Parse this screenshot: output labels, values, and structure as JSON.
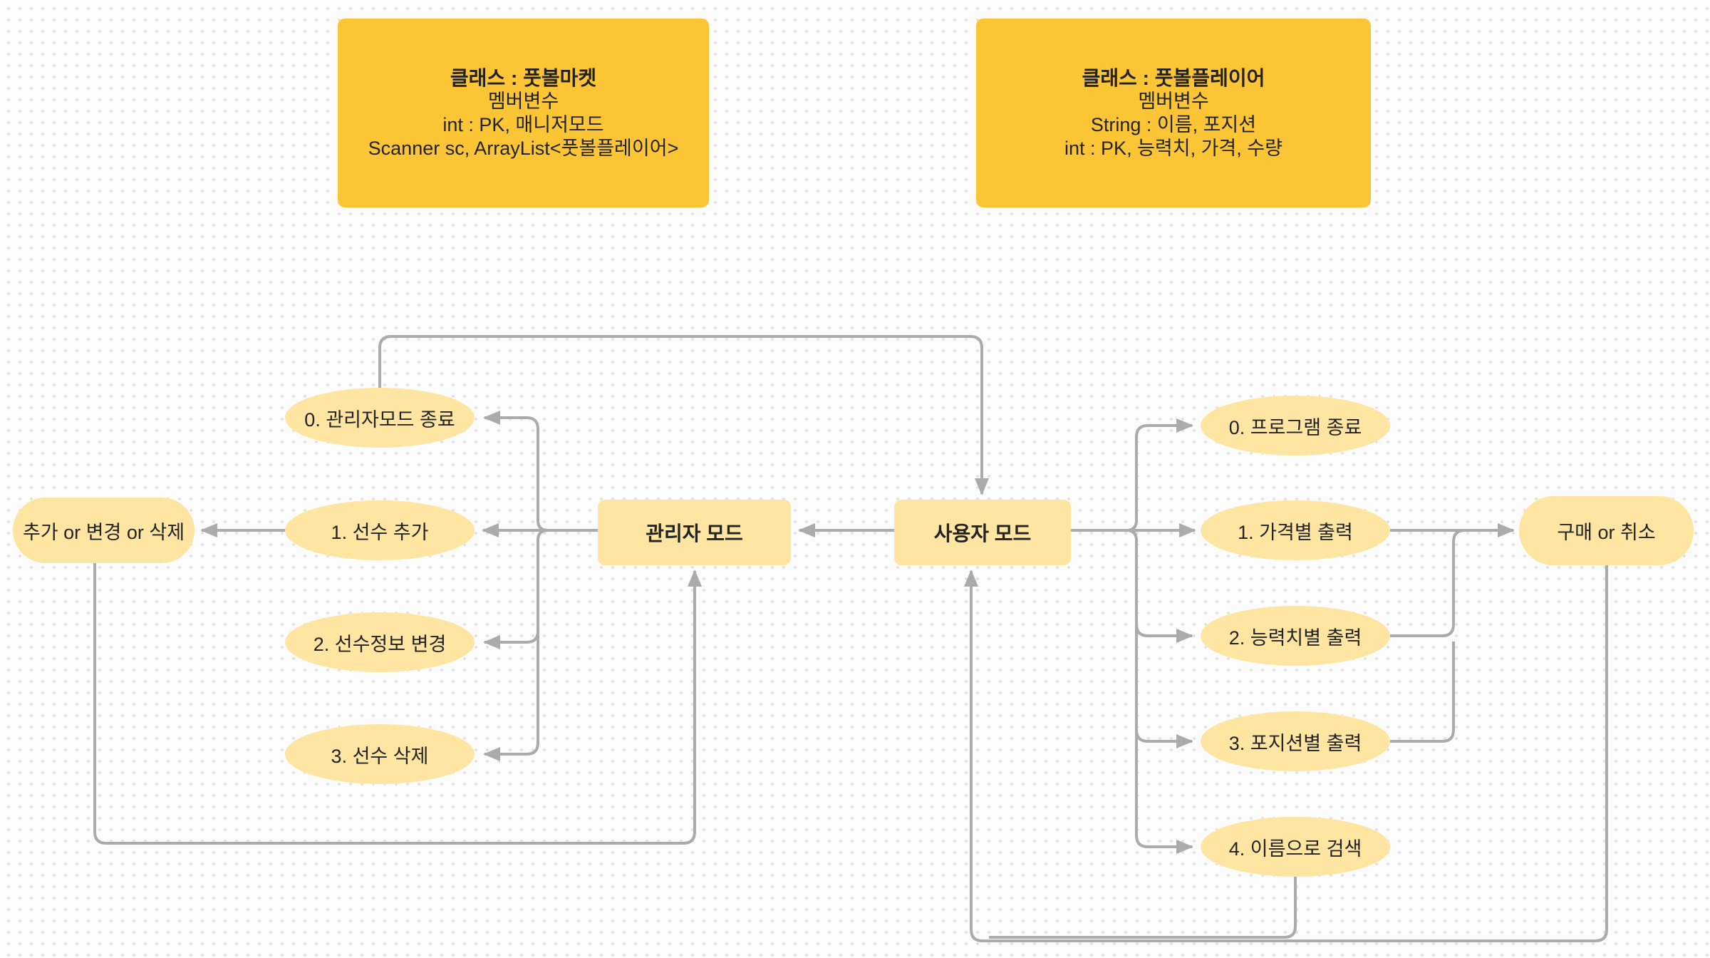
{
  "class_boxes": [
    {
      "title": "클래스 : 풋볼마켓",
      "lines": [
        "멤버변수",
        "int : PK, 매니저모드",
        "Scanner sc, ArrayList<풋볼플레이어>"
      ]
    },
    {
      "title": "클래스 : 풋볼플레이어",
      "lines": [
        "멤버변수",
        "String : 이름, 포지션",
        "int : PK,  능력치, 가격, 수량"
      ]
    }
  ],
  "admin": {
    "mode_label": "관리자 모드",
    "action_label": "추가 or 변경 or 삭제",
    "options": [
      "0. 관리자모드 종료",
      "1. 선수 추가",
      "2. 선수정보 변경",
      "3. 선수 삭제"
    ]
  },
  "user": {
    "mode_label": "사용자 모드",
    "action_label": "구매 or 취소",
    "options": [
      "0. 프로그램 종료",
      "1. 가격별 출력",
      "2. 능력치별 출력",
      "3. 포지션별 출력",
      "4. 이름으로 검색"
    ]
  },
  "colors": {
    "class_box_fill": "#fbc536",
    "node_fill": "#ffe5a2",
    "connector": "#ababab",
    "text": "#222222",
    "background": "#fcfcfc",
    "dot": "#e2e2e2"
  }
}
